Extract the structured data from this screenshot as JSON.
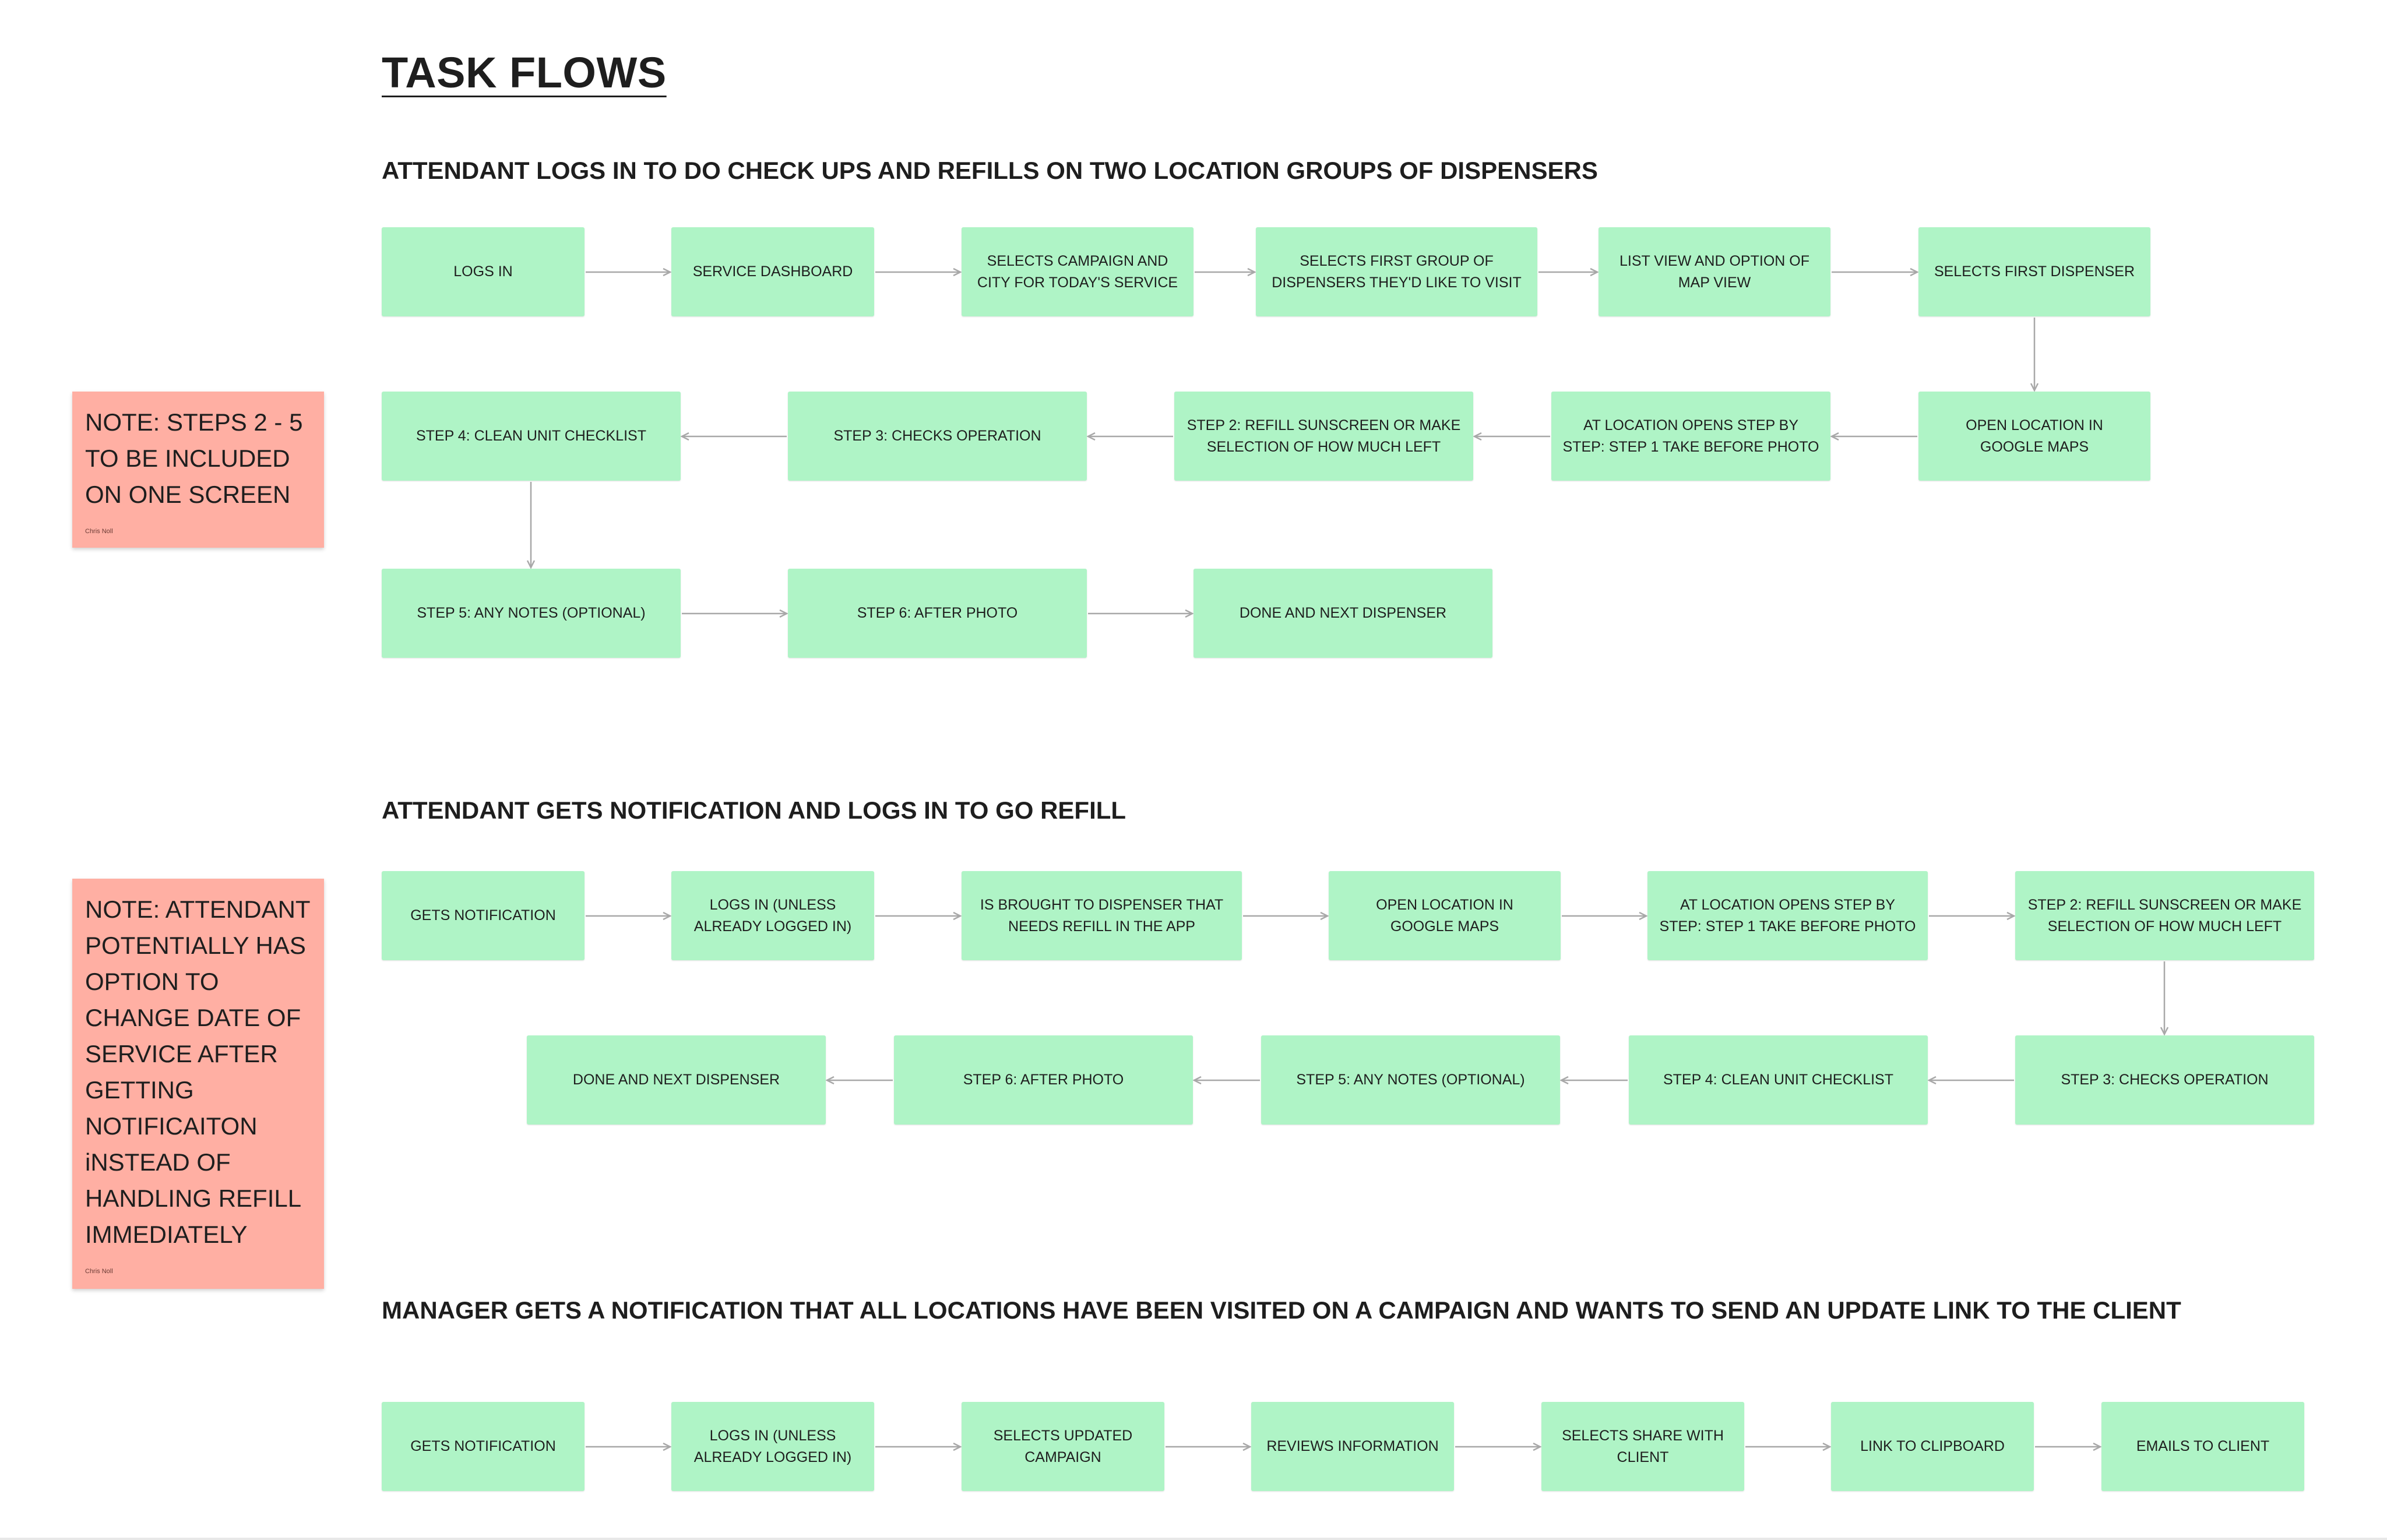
{
  "page_title": "TASK FLOWS",
  "flows": [
    {
      "heading": "ATTENDANT LOGS IN TO DO CHECK UPS AND REFILLS ON TWO LOCATION GROUPS OF DISPENSERS",
      "nodes": [
        "LOGS IN",
        "SERVICE DASHBOARD",
        "SELECTS CAMPAIGN AND\nCITY FOR TODAY'S SERVICE",
        "SELECTS FIRST GROUP OF\nDISPENSERS THEY'D LIKE TO VISIT",
        "LIST VIEW AND OPTION OF\nMAP VIEW",
        "SELECTS FIRST DISPENSER",
        "OPEN LOCATION IN\nGOOGLE MAPS",
        "AT LOCATION OPENS STEP BY\nSTEP: STEP 1 TAKE BEFORE PHOTO",
        "STEP 2: REFILL SUNSCREEN OR MAKE\nSELECTION OF HOW MUCH LEFT",
        "STEP 3: CHECKS OPERATION",
        "STEP 4: CLEAN UNIT CHECKLIST",
        "STEP 5: ANY NOTES (OPTIONAL)",
        "STEP 6: AFTER PHOTO",
        "DONE AND NEXT DISPENSER"
      ]
    },
    {
      "heading": "ATTENDANT GETS NOTIFICATION AND LOGS IN TO GO REFILL",
      "nodes": [
        "GETS NOTIFICATION",
        "LOGS IN (UNLESS\nALREADY LOGGED IN)",
        "IS BROUGHT TO DISPENSER THAT\nNEEDS REFILL IN THE APP",
        "OPEN LOCATION IN\nGOOGLE MAPS",
        "AT LOCATION OPENS STEP BY\nSTEP: STEP 1 TAKE BEFORE PHOTO",
        "STEP 2: REFILL SUNSCREEN OR MAKE\nSELECTION OF HOW MUCH LEFT",
        "STEP 3: CHECKS OPERATION",
        "STEP 4: CLEAN UNIT CHECKLIST",
        "STEP 5: ANY NOTES (OPTIONAL)",
        "STEP 6: AFTER PHOTO",
        "DONE AND NEXT DISPENSER"
      ]
    },
    {
      "heading": "MANAGER GETS A NOTIFICATION THAT ALL LOCATIONS HAVE BEEN VISITED ON A CAMPAIGN AND WANTS TO SEND AN UPDATE LINK TO THE CLIENT",
      "nodes": [
        "GETS NOTIFICATION",
        "LOGS IN (UNLESS\nALREADY LOGGED IN)",
        "SELECTS UPDATED\nCAMPAIGN",
        "REVIEWS INFORMATION",
        "SELECTS SHARE WITH\nCLIENT",
        "LINK TO CLIPBOARD",
        "EMAILS TO CLIENT"
      ]
    }
  ],
  "notes": [
    {
      "text": "NOTE: STEPS 2 - 5\nTO BE INCLUDED\nON ONE SCREEN",
      "author": "Chris Noll"
    },
    {
      "text": "NOTE: ATTENDANT\nPOTENTIALLY HAS\nOPTION TO\nCHANGE DATE OF\nSERVICE AFTER\nGETTING\nNOTIFICAITON\niNSTEAD OF\nHANDLING REFILL\nIMMEDIATELY",
      "author": "Chris Noll"
    }
  ],
  "colors": {
    "node": "#aff4c6",
    "sticky": "#ffafa3",
    "arrow": "#a8a8a8"
  }
}
